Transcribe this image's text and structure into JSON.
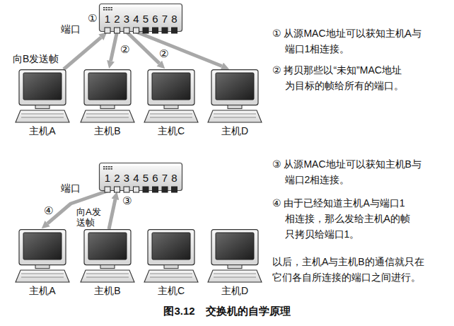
{
  "diagram": {
    "caption": "图3.12　交换机的自学原理",
    "nodes": [
      {
        "text": [
          "端口",
          "1",
          "2",
          "3",
          "4",
          "5",
          "6",
          "7",
          "8"
        ]
      },
      {
        "text": [
          "主机A"
        ]
      },
      {
        "text": [
          "主机B"
        ]
      },
      {
        "text": [
          "主机C"
        ]
      },
      {
        "text": [
          "主机D"
        ]
      },
      {
        "text": [
          "端口",
          "1",
          "2",
          "3",
          "4",
          "5",
          "6",
          "7",
          "8"
        ]
      },
      {
        "text": [
          "主机A"
        ]
      },
      {
        "text": [
          "主机B"
        ]
      },
      {
        "text": [
          "主机C"
        ]
      },
      {
        "text": [
          "主机D"
        ]
      }
    ],
    "edges": [
      {
        "from": 1,
        "to": 0,
        "arrow": "to",
        "label": "向B发送帧"
      },
      {
        "from": 0,
        "to": 2,
        "arrow": "to"
      },
      {
        "from": 0,
        "to": 3,
        "arrow": "to"
      },
      {
        "from": 0,
        "to": 4,
        "arrow": "to"
      },
      {
        "from": 7,
        "to": 5,
        "arrow": "to",
        "label": "向A发 送帧"
      },
      {
        "from": 5,
        "to": 6,
        "arrow": "to"
      }
    ],
    "labels": [
      "①",
      "②",
      "②",
      "① 从源MAC地址可以获知主机A与 端口1相连接。",
      "② 拷贝那些以“未知”MAC地址 为目标的帧给所有的端口。",
      "③",
      "④",
      "③ 从源MAC地址可以获知主机B与 端口2相连接。",
      "④ 由于已经知道主机A与端口1 相连接，那么发给主机A的帧 只拷贝给端口1。",
      "以后，主机A与主机B的通信就只在 它们各自所连接的端口之间进行。"
    ]
  }
}
